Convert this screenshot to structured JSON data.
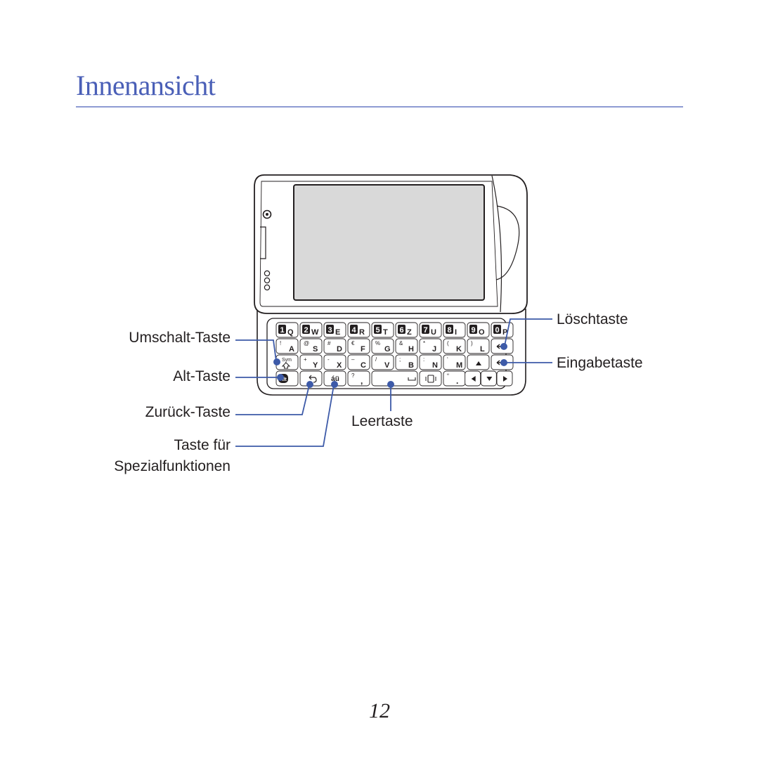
{
  "page": {
    "title": "Innenansicht",
    "page_number": "12"
  },
  "callouts": {
    "shift": "Umschalt-Taste",
    "alt": "Alt-Taste",
    "back": "Zurück-Taste",
    "special_line1": "Taste für",
    "special_line2": "Spezialfunktionen",
    "space": "Leertaste",
    "delete": "Löschtaste",
    "enter": "Eingabetaste"
  },
  "keyboard": {
    "row1": [
      [
        "1",
        "Q"
      ],
      [
        "2",
        "W"
      ],
      [
        "3",
        "E"
      ],
      [
        "4",
        "R"
      ],
      [
        "5",
        "T"
      ],
      [
        "6",
        "Z"
      ],
      [
        "7",
        "U"
      ],
      [
        "8",
        "I"
      ],
      [
        "9",
        "O"
      ],
      [
        "0",
        "P"
      ]
    ],
    "row2": [
      [
        "!",
        "A"
      ],
      [
        "@",
        "S"
      ],
      [
        "#",
        "D"
      ],
      [
        "€",
        "F"
      ],
      [
        "%",
        "G"
      ],
      [
        "&",
        "H"
      ],
      [
        "*",
        "J"
      ],
      [
        "(",
        "K"
      ],
      [
        ")",
        "L"
      ]
    ],
    "row3": [
      [
        "+",
        "Y"
      ],
      [
        "-",
        "X"
      ],
      [
        "–",
        "C"
      ],
      [
        "/",
        "V"
      ],
      [
        ";",
        "B"
      ],
      [
        ":",
        "N"
      ],
      [
        "‘",
        "M"
      ]
    ],
    "row4": [
      [
        "?",
        ","
      ],
      [
        "“",
        "."
      ]
    ],
    "sym_label": "Sym",
    "alt_key_label": "Alt",
    "special_key_label": "áü"
  },
  "colors": {
    "accent": "#4a5fb7",
    "callout_line": "#3d5aa8",
    "screen": "#d9d9d9"
  }
}
